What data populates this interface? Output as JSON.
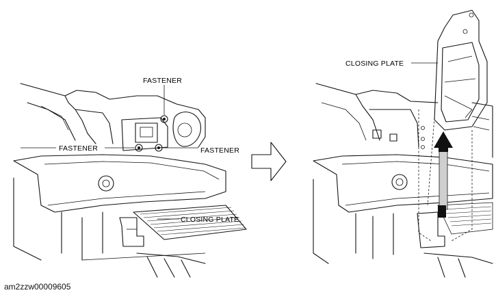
{
  "figure": {
    "left_panel": {
      "labels": {
        "fastener_top": "FASTENER",
        "fastener_left": "FASTENER",
        "fastener_right": "FASTENER",
        "closing_plate": "CLOSING PLATE"
      }
    },
    "right_panel": {
      "labels": {
        "closing_plate": "CLOSING PLATE"
      }
    },
    "caption": "am2zzw00009605"
  }
}
